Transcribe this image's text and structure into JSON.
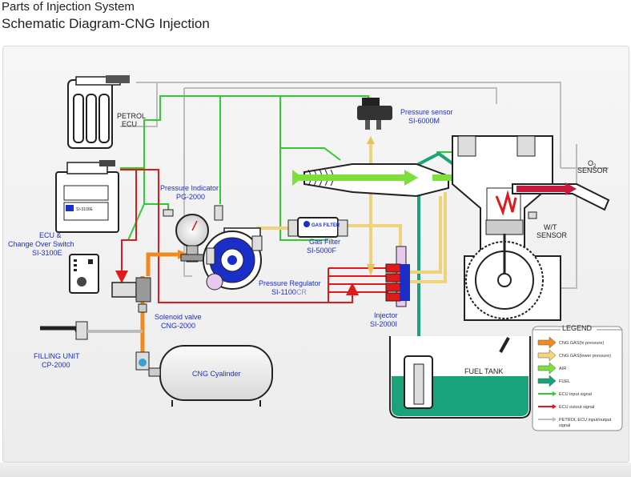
{
  "header": {
    "title": "Parts of Injection System",
    "subtitle": "Schematic Diagram-CNG Injection"
  },
  "components": {
    "petrol_ecu": [
      "PETROL",
      "ECU"
    ],
    "ecu_switch": {
      "line1": "ECU &",
      "line2": "Change Over Switch",
      "code": "SI-3100E"
    },
    "pressure_indicator": {
      "name": "Pressure Indicator",
      "code": "PG-2000"
    },
    "pressure_sensor": {
      "name": "Pressure sensor",
      "code": "SI-6000M"
    },
    "gas_filter": {
      "name": "Gas Filter",
      "code": "SI-5000F",
      "badge": "GAS FILTER"
    },
    "pressure_regulator": {
      "name": "Pressure Regulator",
      "code_a": "SI-1100",
      "code_b": "CR"
    },
    "injector": {
      "name": "Injector",
      "code": "SI-2000I"
    },
    "solenoid_valve": {
      "name": "Solenoid valve",
      "code": "CNG-2000"
    },
    "filling_unit": {
      "name": "FILLING UNIT",
      "code": "CP-2000"
    },
    "cng_cylinder": "CNG Cyalinder",
    "fuel_tank": "FUEL  TANK",
    "o2_sensor": {
      "main": "O",
      "sub": "2",
      "rest": "SENSOR"
    },
    "wt_sensor": [
      "W/T",
      "SENSOR"
    ],
    "ecu_device_label": "SI-3100E"
  },
  "legend": {
    "title": "LEGEND",
    "items": [
      {
        "label": "CNG GAS(hi pressure)",
        "color": "#f08a1e",
        "kind": "arrow"
      },
      {
        "label": "CNG GAS(lower pressure)",
        "color": "#f5d47a",
        "kind": "arrow"
      },
      {
        "label": "AIR",
        "color": "#7de03a",
        "kind": "arrow"
      },
      {
        "label": "FUEL",
        "color": "#1aa37a",
        "kind": "arrow"
      },
      {
        "label": "ECU input signal",
        "color": "#2ecc2e",
        "kind": "line"
      },
      {
        "label": "ECU outout signal",
        "color": "#e01a1a",
        "kind": "line"
      },
      {
        "label": "PETROL ECU input/output",
        "label2": "signal",
        "color": "#bdbdbd",
        "kind": "line"
      }
    ]
  },
  "colors": {
    "hi_pressure": "#f08a1e",
    "low_pressure": "#f5d47a",
    "air": "#7de03a",
    "fuel": "#1aa37a",
    "ecu_in": "#2ecc2e",
    "ecu_out": "#e01a1a",
    "petrol_sig": "#bdbdbd",
    "label_blue": "#1a2ec8"
  }
}
